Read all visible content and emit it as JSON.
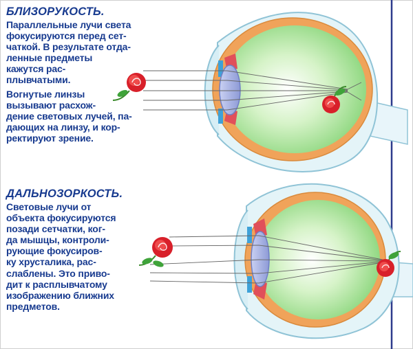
{
  "myopia": {
    "title": "БЛИЗОРУКОСТЬ.",
    "text1": "Параллельные лучи света\nфокусируются перед сет-\nчаткой. В результате отда-\nленные предметы\nкажутся рас-\nплывчатыми.",
    "text2": "Вогнутые линзы\nвызывают расхож-\nдение световых лучей, па-\nдающих на линзу, и кор-\nректируют зрение."
  },
  "hyperopia": {
    "title": "ДАЛЬНОЗОРКОСТЬ.",
    "text": "Световые лучи от\nобъекта фокусируются\nпозади сетчатки, ког-\nда мышцы, контроли-\nрующие фокусиров-\nку хрусталика, рас-\nслаблены. Это приво-\nдит к расплывчатому\nизображению ближних\nпредметов."
  },
  "colors": {
    "text": "#173a8f",
    "eye_fill": "#9be08a",
    "sclera_orange": "#f0a35a",
    "lens": "#9aa8e0",
    "cornea": "#d7eef5",
    "divider": "#2c3a8c",
    "rose": "#d8202a"
  }
}
